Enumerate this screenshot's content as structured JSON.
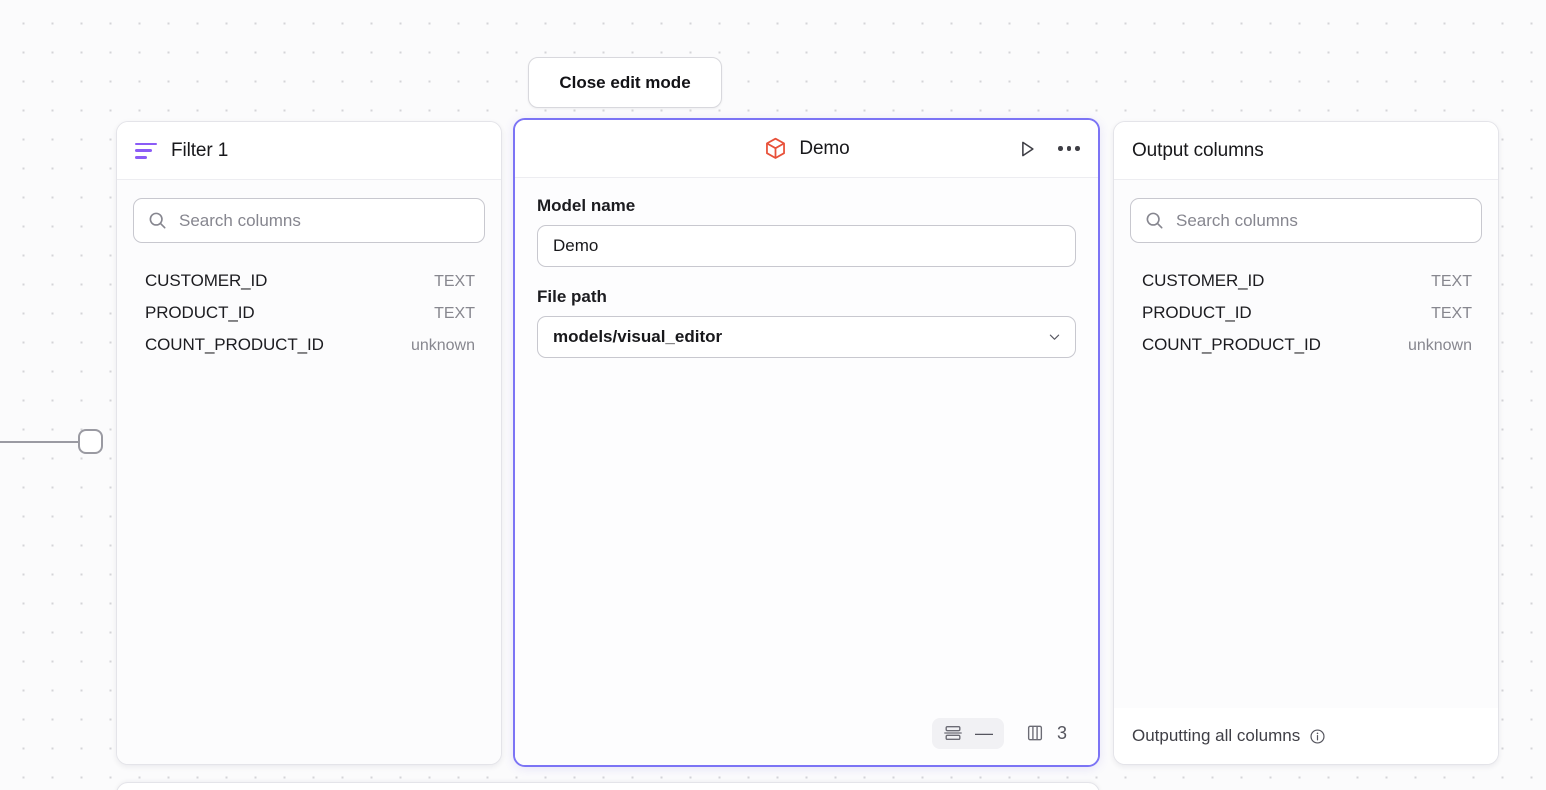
{
  "canvas": {
    "close_edit_mode_label": "Close edit mode"
  },
  "filter_panel": {
    "title": "Filter 1",
    "icon": "filter-icon",
    "search": {
      "placeholder": "Search columns",
      "value": "",
      "icon": "search-icon"
    },
    "columns": [
      {
        "name": "CUSTOMER_ID",
        "type": "TEXT"
      },
      {
        "name": "PRODUCT_ID",
        "type": "TEXT"
      },
      {
        "name": "COUNT_PRODUCT_ID",
        "type": "unknown"
      }
    ]
  },
  "model_panel": {
    "title": "Demo",
    "icon": "cube-icon",
    "accent_color": "#7c74f5",
    "cube_color": "#e8513a",
    "actions": {
      "run_icon": "play-icon",
      "more_icon": "ellipsis-icon"
    },
    "fields": {
      "model_name_label": "Model name",
      "model_name_value": "Demo",
      "file_path_label": "File path",
      "file_path_value": "models/visual_editor",
      "file_path_chevron": "chevron-down-icon"
    },
    "stats": {
      "rows_icon": "rows-icon",
      "rows_value": "—",
      "columns_icon": "columns-icon",
      "columns_value": "3"
    }
  },
  "output_panel": {
    "title": "Output columns",
    "search": {
      "placeholder": "Search columns",
      "value": "",
      "icon": "search-icon"
    },
    "columns": [
      {
        "name": "CUSTOMER_ID",
        "type": "TEXT"
      },
      {
        "name": "PRODUCT_ID",
        "type": "TEXT"
      },
      {
        "name": "COUNT_PRODUCT_ID",
        "type": "unknown"
      }
    ],
    "footer_text": "Outputting all columns",
    "footer_icon": "info-icon"
  }
}
